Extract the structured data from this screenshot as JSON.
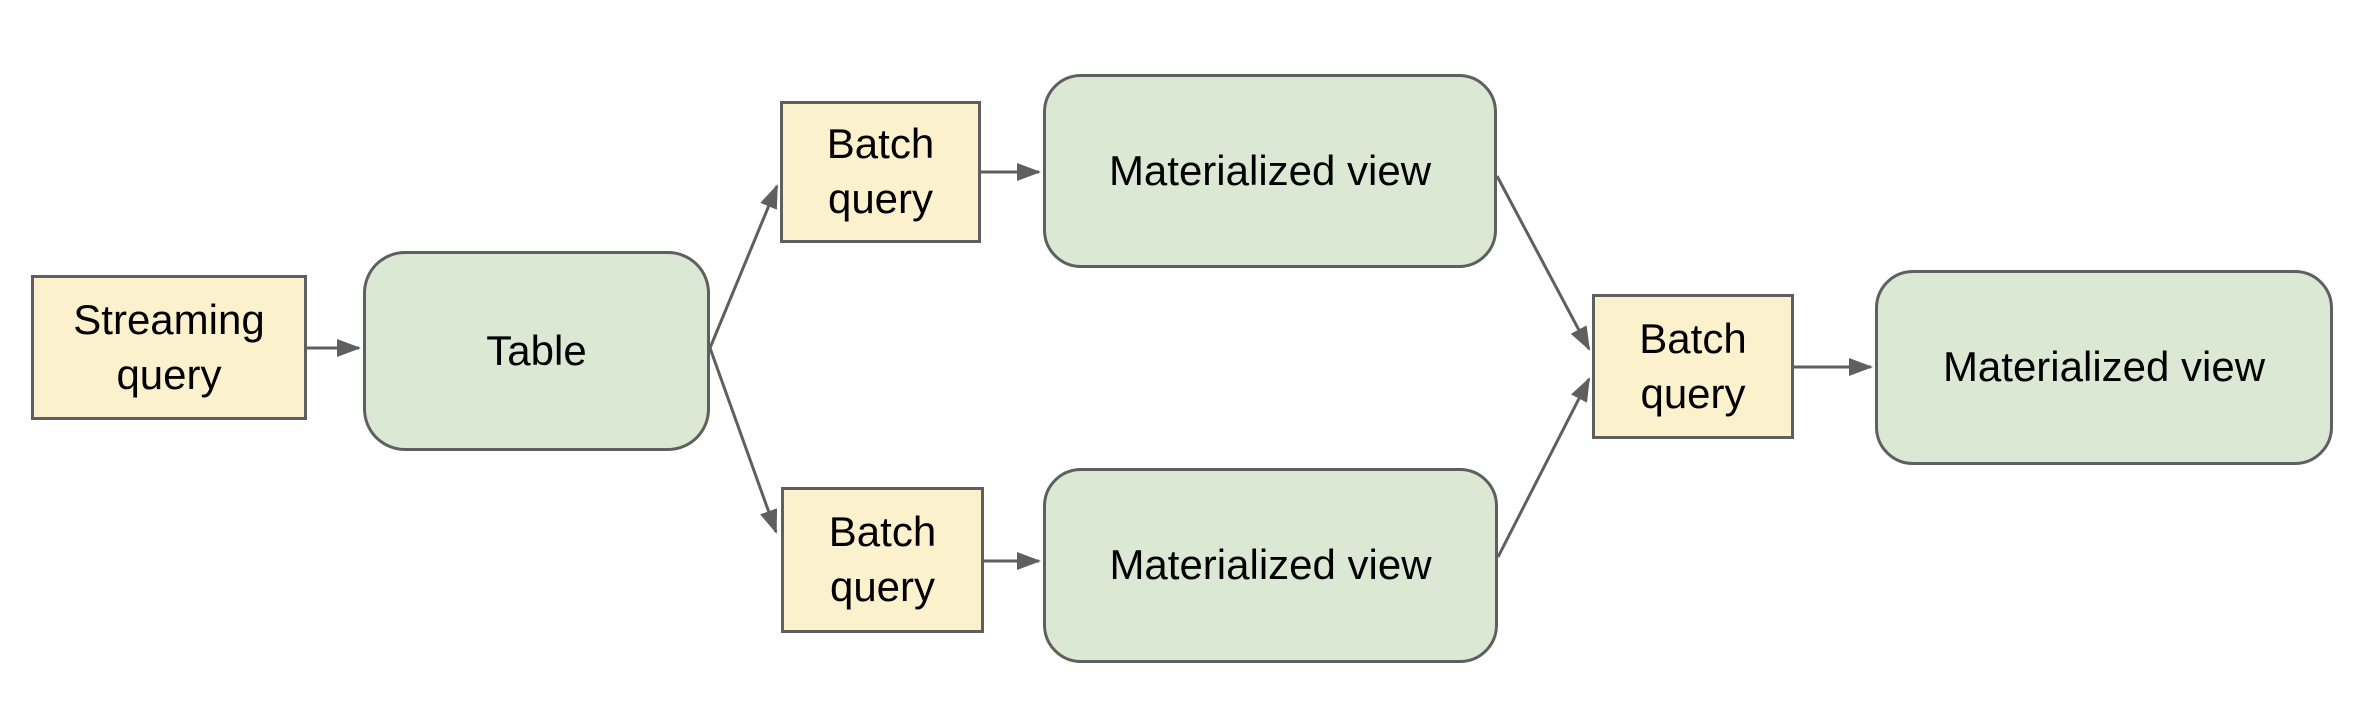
{
  "diagram": {
    "type": "flowchart",
    "nodes": [
      {
        "id": "streaming-query",
        "label": "Streaming\nquery",
        "shape": "rectangle",
        "fill": "#fbf1cd"
      },
      {
        "id": "table",
        "label": "Table",
        "shape": "rounded-rectangle",
        "fill": "#dbe8d4"
      },
      {
        "id": "batch-query-top",
        "label": "Batch\nquery",
        "shape": "rectangle",
        "fill": "#fbf1cd"
      },
      {
        "id": "materialized-view-top",
        "label": "Materialized view",
        "shape": "rounded-rectangle",
        "fill": "#dbe8d4"
      },
      {
        "id": "batch-query-bottom",
        "label": "Batch\nquery",
        "shape": "rectangle",
        "fill": "#fbf1cd"
      },
      {
        "id": "materialized-view-bottom",
        "label": "Materialized view",
        "shape": "rounded-rectangle",
        "fill": "#dbe8d4"
      },
      {
        "id": "batch-query-right",
        "label": "Batch\nquery",
        "shape": "rectangle",
        "fill": "#fbf1cd"
      },
      {
        "id": "materialized-view-right",
        "label": "Materialized view",
        "shape": "rounded-rectangle",
        "fill": "#dbe8d4"
      }
    ],
    "edges": [
      {
        "from": "streaming-query",
        "to": "table"
      },
      {
        "from": "table",
        "to": "batch-query-top"
      },
      {
        "from": "table",
        "to": "batch-query-bottom"
      },
      {
        "from": "batch-query-top",
        "to": "materialized-view-top"
      },
      {
        "from": "batch-query-bottom",
        "to": "materialized-view-bottom"
      },
      {
        "from": "materialized-view-top",
        "to": "batch-query-right"
      },
      {
        "from": "materialized-view-bottom",
        "to": "batch-query-right"
      },
      {
        "from": "batch-query-right",
        "to": "materialized-view-right"
      }
    ],
    "colors": {
      "node_fill_yellow": "#fbf1cd",
      "node_fill_green": "#dbe8d4",
      "node_border": "#5f5f5f",
      "arrow": "#5f5f5f",
      "text": "#000000",
      "background": "#ffffff"
    }
  }
}
